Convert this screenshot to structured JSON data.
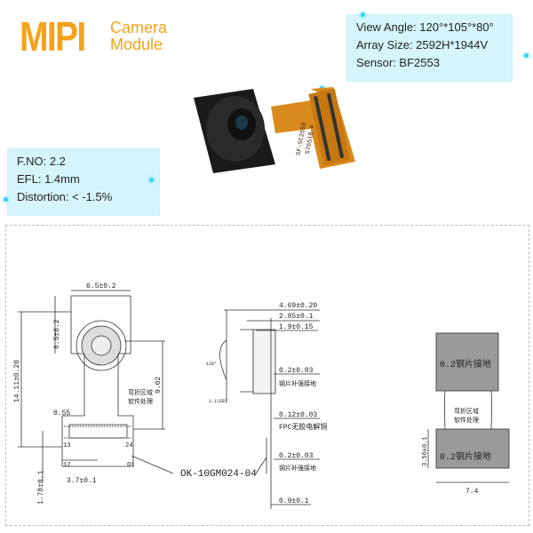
{
  "header": {
    "logo": "MIPI",
    "subtitle_line1": "Camera",
    "subtitle_line2": "Module"
  },
  "specs_right": [
    "View Angle: 120°*105°*80°",
    "Array Size: 2592H*1944V",
    "Sensor: BF2553"
  ],
  "specs_left": [
    "F.NO: 2.2",
    "EFL: 1.4mm",
    "Distortion:  < -1.5%"
  ],
  "module_label": [
    "SF-SC2553",
    "S7651B-F"
  ],
  "drawing": {
    "front": {
      "width_dim": "6.5±0.2",
      "height_dim": "6.5±0.2",
      "total_length": "14.11±0.20",
      "center_to_connector": "9.02",
      "offset": "0.55",
      "bend_note_1": "弯折区域",
      "bend_note_2": "软件处理",
      "pin_13": "13",
      "pin_24": "24",
      "pin_12": "12",
      "pin_01": "01",
      "connector_width": "3.7±0.1",
      "connector_offset": "1.78±0.1",
      "connector_part": "OK-10GM024-04"
    },
    "side": {
      "dim_total": "4.69±0.20",
      "dim_lens": "2.85±0.1",
      "dim_holder": "1.9±0.15",
      "fov": "120°",
      "lens_offset": "1.1(EB)",
      "stiffener_1": "0.2±0.03",
      "stiffener_1_note": "钢片补强接地",
      "fpc": "0.12±0.03",
      "fpc_note": "FPC无胶电解铜",
      "stiffener_2": "0.2±0.03",
      "stiffener_2_note": "钢片补强接地",
      "bottom": "0.9±0.1"
    },
    "back": {
      "top_pad": "0.2钢片接地",
      "bend_note_1": "弯折区域",
      "bend_note_2": "软件处理",
      "bottom_pad": "0.2钢片接地",
      "pad_height": "3.56±0.1",
      "width": "7.4"
    }
  },
  "colors": {
    "brand": "#f5a21a",
    "spec_bg": "#bef0fa",
    "fpc": "#d98a1c"
  }
}
